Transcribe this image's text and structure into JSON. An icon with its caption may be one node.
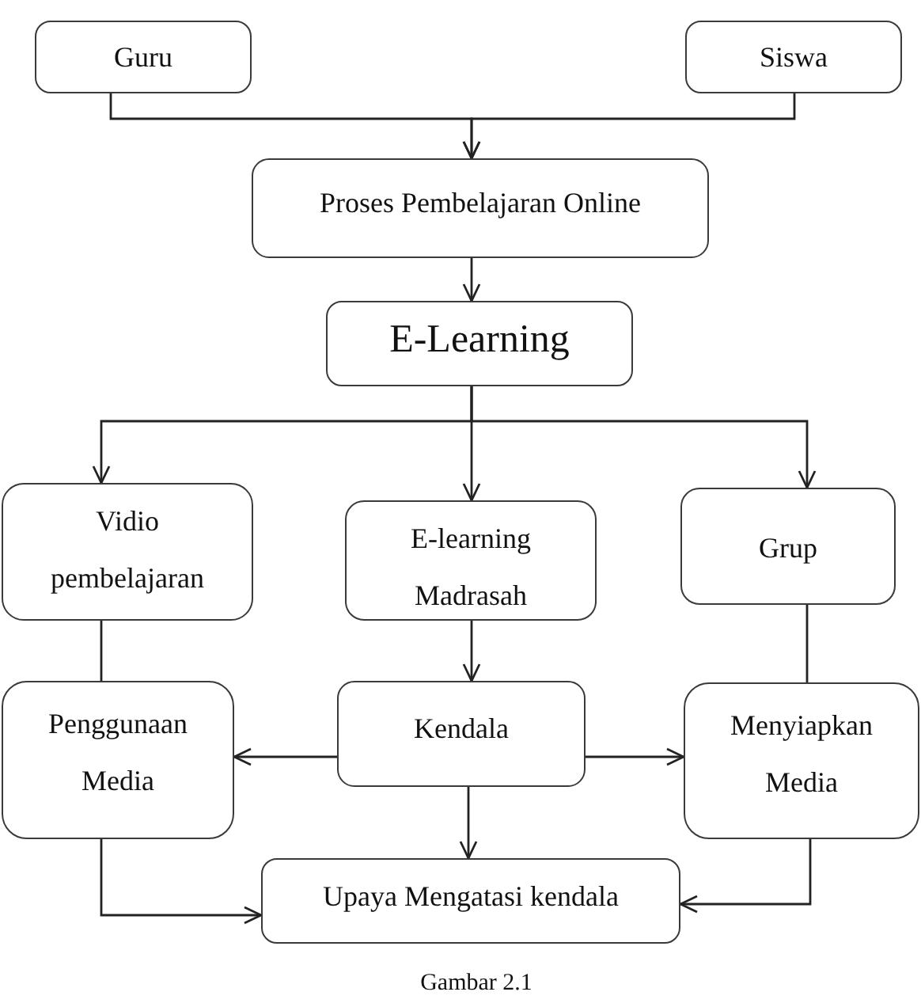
{
  "diagram": {
    "caption": "Gambar 2.1",
    "nodes": [
      {
        "text": [
          "Guru"
        ]
      },
      {
        "text": [
          "Siswa"
        ]
      },
      {
        "text": [
          "Proses Pembelajaran Online"
        ]
      },
      {
        "text": [
          "E-Learning"
        ]
      },
      {
        "text": [
          "Vidio pembelajaran"
        ]
      },
      {
        "text": [
          "E-learning Madrasah"
        ]
      },
      {
        "text": [
          "Grup"
        ]
      },
      {
        "text": [
          "Penggunaan Media"
        ]
      },
      {
        "text": [
          "Kendala"
        ]
      },
      {
        "text": [
          "Menyiapkan Media"
        ]
      },
      {
        "text": [
          "Upaya Mengatasi kendala"
        ]
      }
    ],
    "edges": [
      {
        "from": 0,
        "to": 2,
        "arrow": "to"
      },
      {
        "from": 1,
        "to": 2,
        "arrow": "to"
      },
      {
        "from": 2,
        "to": 3,
        "arrow": "to"
      },
      {
        "from": 3,
        "to": 4,
        "arrow": "to"
      },
      {
        "from": 3,
        "to": 5,
        "arrow": "to"
      },
      {
        "from": 3,
        "to": 6,
        "arrow": "to"
      },
      {
        "from": 4,
        "to": 7,
        "arrow": "none"
      },
      {
        "from": 5,
        "to": 8,
        "arrow": "to"
      },
      {
        "from": 6,
        "to": 9,
        "arrow": "none"
      },
      {
        "from": 8,
        "to": 7,
        "arrow": "to"
      },
      {
        "from": 8,
        "to": 9,
        "arrow": "to"
      },
      {
        "from": 8,
        "to": 10,
        "arrow": "to"
      },
      {
        "from": 7,
        "to": 10,
        "arrow": "to"
      },
      {
        "from": 9,
        "to": 10,
        "arrow": "to"
      }
    ]
  }
}
